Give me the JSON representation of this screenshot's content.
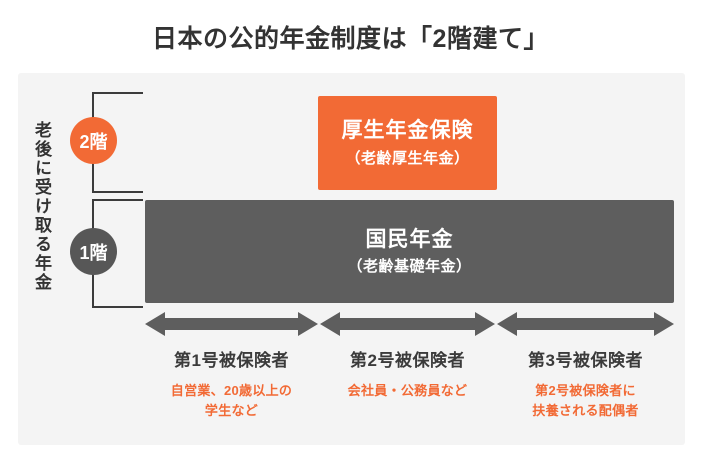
{
  "title": "日本の公的年金制度は「2階建て」",
  "side_label": "老後に受け取る年金",
  "badges": [
    {
      "label": "2階",
      "color": "#F26A35"
    },
    {
      "label": "1階",
      "color": "#575757"
    }
  ],
  "boxes": [
    {
      "name": "employees-pension",
      "main": "厚生年金保険",
      "sub": "（老齢厚生年金）",
      "color": "#F26A35"
    },
    {
      "name": "national-pension",
      "main": "国民年金",
      "sub": "（老齢基礎年金）",
      "color": "#5e5e5e"
    }
  ],
  "columns": [
    {
      "title": "第1号被保険者",
      "sub": "自営業、20歳以上の\n学生など"
    },
    {
      "title": "第2号被保険者",
      "sub": "会社員・公務員など"
    },
    {
      "title": "第3号被保険者",
      "sub": "第2号被保険者に\n扶養される配偶者"
    }
  ],
  "colors": {
    "accent": "#F26A35",
    "gray_box": "#5e5e5e",
    "panel_bg": "#f4f4f4",
    "text_dark": "#333333",
    "arrow": "#5e5e5e"
  }
}
